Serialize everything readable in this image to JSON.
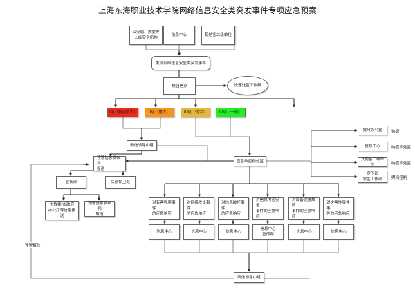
{
  "title": "上海东海职业技术学院网络信息安全类突发事件专项应急预案",
  "colors": {
    "level1": "#ee2a1c",
    "level2": "#f7941d",
    "level3": "#e6b83a",
    "level4": "#22ee22",
    "line": "#888888"
  },
  "sources": [
    {
      "label": "公安局、教委等\n上级安全机构"
    },
    {
      "label": "信息中心"
    },
    {
      "label": "其他各二级单位"
    }
  ],
  "discover_event": "发现网络信息安全类突发事件",
  "campus_network_office": "校园信办",
  "rapid_team": "快速处置工作群",
  "levels": [
    {
      "label": "I级（特别重大）"
    },
    {
      "label": "II级（重大）"
    },
    {
      "label": "III级（较大）"
    },
    {
      "label": "IV级（一般）"
    }
  ],
  "leading_group_top": "网信领导小组",
  "warning_release": "预警信息发布和\n报送",
  "propaganda_dept": "宣传部",
  "security_dept": "后勤保卫处",
  "report_city": "市教委/市政府\n办公厅等信息报\n送",
  "warning_cancel": "预警信息发布和\n取消",
  "emergency_response": "应急响应和处置",
  "right_units": [
    {
      "label": "党政办公室",
      "note": "协调"
    },
    {
      "label": "信息中心",
      "note": "响应和处置"
    },
    {
      "label": "其他各二级单位",
      "note": "响应和处置"
    },
    {
      "label": "宣传部\n学生工作部",
      "note": "舆情控制"
    }
  ],
  "event_types": [
    {
      "label": "对有害程序事件\n的应急响应",
      "handler": "信息中心"
    },
    {
      "label": "对网络攻击事件\n的应急响应",
      "handler": "信息中心"
    },
    {
      "label": "对信息破坏事件\n的应急响应",
      "handler": "信息中心"
    },
    {
      "label": "对信息内容安全\n事件的应急响应",
      "handler": "信息中心\n宣传部"
    },
    {
      "label": "对设备设施故障\n事件的应急响应",
      "handler": "信息中心"
    },
    {
      "label": "对灾害性事件事\n件的应急响应",
      "handler": "信息中心"
    }
  ],
  "leading_group_bottom": "网信领导小组",
  "warning_lift": "预警解除"
}
